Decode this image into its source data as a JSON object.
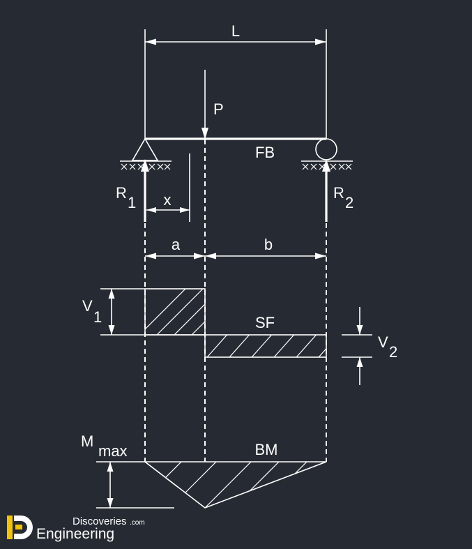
{
  "labels": {
    "span": "L",
    "load": "P",
    "beam": "FB",
    "reaction_left": "R",
    "reaction_left_sub": "1",
    "reaction_right": "R",
    "reaction_right_sub": "2",
    "distance_x": "x",
    "distance_a": "a",
    "distance_b": "b",
    "shear_left": "V",
    "shear_left_sub": "1",
    "shear_right": "V",
    "shear_right_sub": "2",
    "shear_diagram": "SF",
    "moment_max": "M",
    "moment_max_sub": "max",
    "moment_diagram": "BM"
  },
  "logo": {
    "line1": "Discoveries",
    "line1_suffix": ".com",
    "line2": "Engineering"
  },
  "colors": {
    "background": "#262b33",
    "lines": "#ffffff",
    "logo_accent": "#f5c400"
  }
}
